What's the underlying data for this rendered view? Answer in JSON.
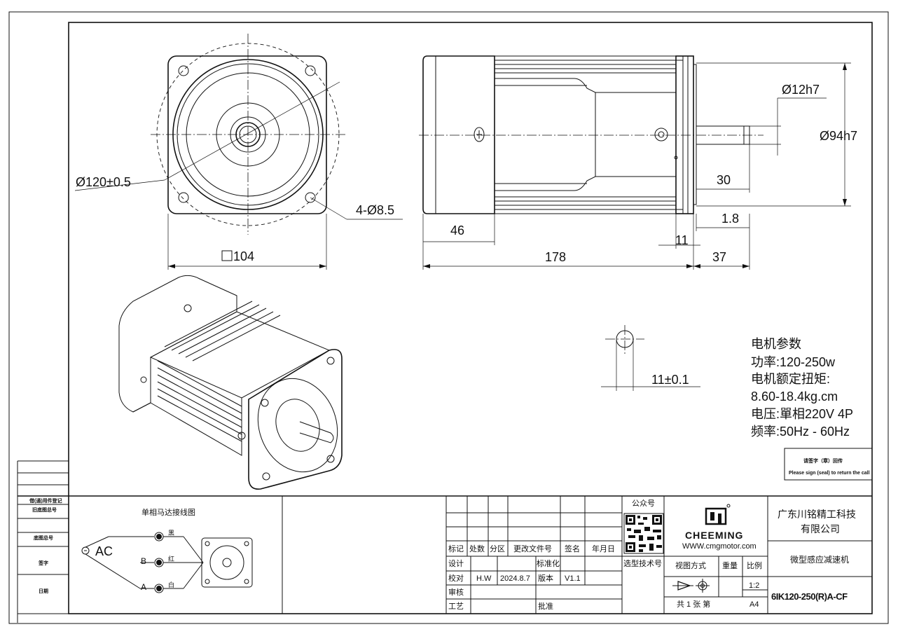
{
  "dimensions": {
    "dia_flange": "Ø120±0.5",
    "holes": "4-Ø8.5",
    "square": "104",
    "dia_shaft": "Ø12h7",
    "dia_pilot": "Ø94h7",
    "shaft_len": "30",
    "d_1_8": "1.8",
    "d_46": "46",
    "d_11": "11",
    "d_178": "178",
    "d_37": "37",
    "key": "11±0.1"
  },
  "params": {
    "title": "电机参数",
    "power": "功率:120-250w",
    "torque_label": "电机额定扭矩:",
    "torque_value": "8.60-18.4kg.cm",
    "voltage": "电压:單相220V 4P",
    "frequency": "频率:50Hz - 60Hz"
  },
  "stamp": {
    "cn": "请签字（章）回传",
    "en": "Please sign (seal) to return the call"
  },
  "left_panel": {
    "r1": "借(通)用件登记",
    "r2": "旧底图总号",
    "r3": "底图总号",
    "r4": "签字",
    "r5": "日期"
  },
  "wiring": {
    "title": "单相马达接线图",
    "ac": "AC",
    "black": "黑",
    "red": "红",
    "white": "白",
    "b": "B",
    "a": "A"
  },
  "revision": {
    "h_mark": "标记",
    "h_count": "处数",
    "h_zone": "分区",
    "h_doc": "更改文件号",
    "h_sign": "签名",
    "h_date": "年月日",
    "design": "设计",
    "standard": "标准化",
    "check": "校对",
    "checker": "H.W",
    "check_date": "2024.8.7",
    "version_label": "版本",
    "version": "V1.1",
    "review": "审核",
    "process": "工艺",
    "approve": "批准",
    "wechat": "公众号",
    "selection": "选型技术号"
  },
  "logo": {
    "brand": "CHEEMING",
    "url": "WWW.cmgmotor.com"
  },
  "titleblock": {
    "company_1": "广东川铭精工科技",
    "company_2": "有限公司",
    "product": "微型感应减速机",
    "view_method": "视图方式",
    "weight": "重量",
    "ratio": "比例",
    "scale": "1:2",
    "model": "6IK120-250(R)A-CF",
    "sheets": "共 1  张  第",
    "paper": "A4"
  }
}
